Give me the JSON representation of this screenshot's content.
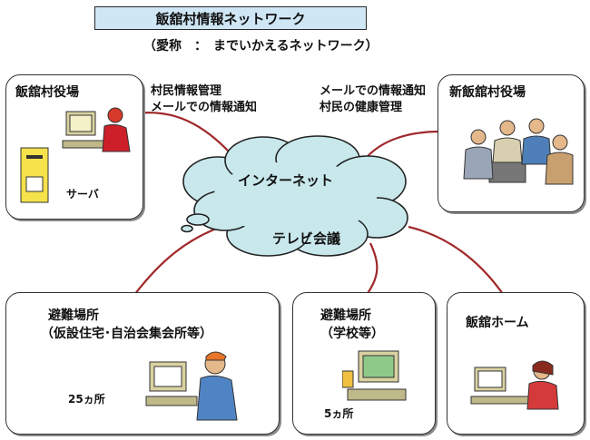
{
  "header": {
    "title": "飯舘村情報ネットワーク",
    "subtitle": "（愛称　：　までいかえるネットワーク）"
  },
  "cloud": {
    "line1": "インターネット",
    "line2": "テレビ会議"
  },
  "nodes": {
    "village_office": {
      "title": "飯舘村役場",
      "server_label": "サーバ"
    },
    "new_office": {
      "title": "新飯舘村役場"
    },
    "shelter_temp": {
      "title1": "避難場所",
      "title2": "（仮設住宅･自治会集会所等）",
      "count": "25ヵ所"
    },
    "shelter_school": {
      "title1": "避難場所",
      "title2": "（学校等）",
      "count": "5ヵ所"
    },
    "home": {
      "title": "飯舘ホーム"
    }
  },
  "notes": {
    "left": [
      "村民情報管理",
      "メールでの情報通知"
    ],
    "right": [
      "メールでの情報通知",
      "村民の健康管理"
    ]
  },
  "colors": {
    "title_bg": "#cfe6f5",
    "cloud_fill": "#c8e8ec",
    "link_line": "#a0282a"
  }
}
